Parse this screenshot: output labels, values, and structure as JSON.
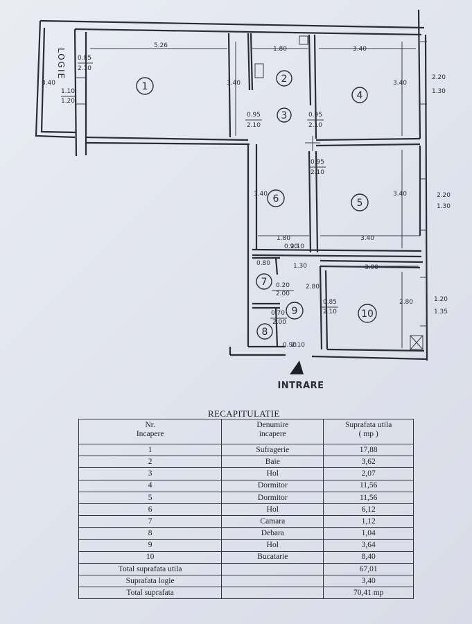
{
  "plan": {
    "loggia_label": "LOGIE",
    "entrance_label": "INTRARE",
    "room_numbers": [
      "1",
      "2",
      "3",
      "4",
      "5",
      "6",
      "7",
      "8",
      "9",
      "10"
    ],
    "dimensions": [
      "5.26",
      "1.80",
      "3.40",
      "3.40",
      "3.40",
      "2.20",
      "1.30",
      "3.40",
      "2.20",
      "1.30",
      "1.80",
      "3.40",
      "1.30",
      "3.00",
      "2.80",
      "2.80",
      "1.20",
      "1.35",
      "3.40",
      "3.40"
    ],
    "doors": [
      "0.85",
      "2.10",
      "1.10",
      "1.20",
      "0.95",
      "2.10",
      "0.95",
      "2.10",
      "0.95",
      "2.10",
      "0.90",
      "2.10",
      "0.80",
      "0.20",
      "2.00",
      "0.70",
      "2.00",
      "0.85",
      "2.10",
      "0.90",
      "2.10"
    ]
  },
  "recap": {
    "title": "RECAPITULATIE",
    "headers": {
      "nr": [
        "Nr.",
        "Incapere"
      ],
      "name": [
        "Denumire",
        "incapere"
      ],
      "area": [
        "Suprafata utila",
        "( mp )"
      ]
    },
    "rows": [
      {
        "nr": "1",
        "name": "Sufragerie",
        "area": "17,88"
      },
      {
        "nr": "2",
        "name": "Baie",
        "area": "3,62"
      },
      {
        "nr": "3",
        "name": "Hol",
        "area": "2,07"
      },
      {
        "nr": "4",
        "name": "Dormitor",
        "area": "11,56"
      },
      {
        "nr": "5",
        "name": "Dormitor",
        "area": "11,56"
      },
      {
        "nr": "6",
        "name": "Hol",
        "area": "6,12"
      },
      {
        "nr": "7",
        "name": "Camara",
        "area": "1,12"
      },
      {
        "nr": "8",
        "name": "Debara",
        "area": "1,04"
      },
      {
        "nr": "9",
        "name": "Hol",
        "area": "3,64"
      },
      {
        "nr": "10",
        "name": "Bucatarie",
        "area": "8,40"
      }
    ],
    "totals": [
      {
        "label": "Total suprafata utila",
        "value": "67,01"
      },
      {
        "label": "Suprafata logie",
        "value": "3,40"
      },
      {
        "label": "Total suprafata",
        "value": "70,41 mp"
      }
    ]
  }
}
